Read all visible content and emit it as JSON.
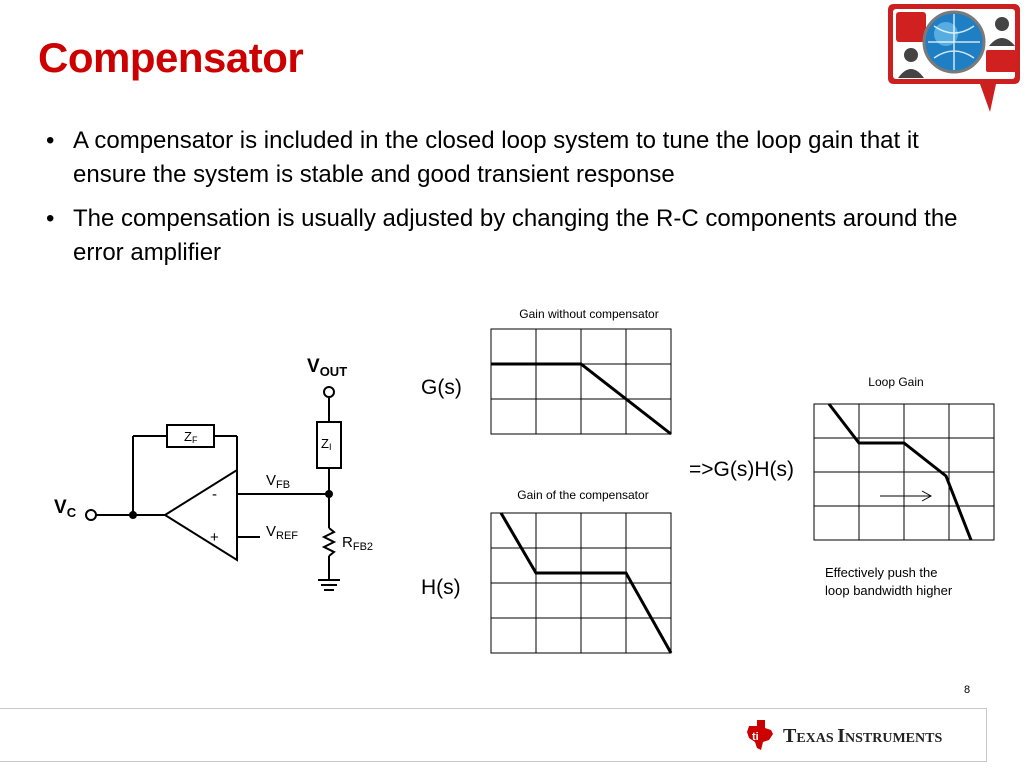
{
  "slide": {
    "title": "Compensator",
    "page_number": "8"
  },
  "bullets": [
    "A compensator is included in the closed loop system to tune the loop gain that it ensure the system is stable and good transient response",
    "The compensation is usually adjusted by changing the R-C components around the error amplifier"
  ],
  "circuit": {
    "vout_main": "V",
    "vout_sub": "OUT",
    "zf_main": "Z",
    "zf_sub": "F",
    "zi_main": "Z",
    "zi_sub": "I",
    "vfb_main": "V",
    "vfb_sub": "FB",
    "vref_main": "V",
    "vref_sub": "REF",
    "rfb2_main": "R",
    "rfb2_sub": "FB2",
    "vc_main": "V",
    "vc_sub": "C",
    "minus": "-",
    "plus": "+"
  },
  "plots": {
    "g_title": "Gain without compensator",
    "g_label": "G(s)",
    "h_title": "Gain of the compensator",
    "h_label": "H(s)",
    "loop_title": "Loop Gain",
    "loop_label": "=>G(s)H(s)",
    "note_line1": "Effectively push the",
    "note_line2": "loop bandwidth higher"
  },
  "brand": {
    "company_main1": "T",
    "company_small1": "EXAS",
    "company_main2": "I",
    "company_small2": "NSTRUMENTS",
    "accent": "#cc0000"
  }
}
